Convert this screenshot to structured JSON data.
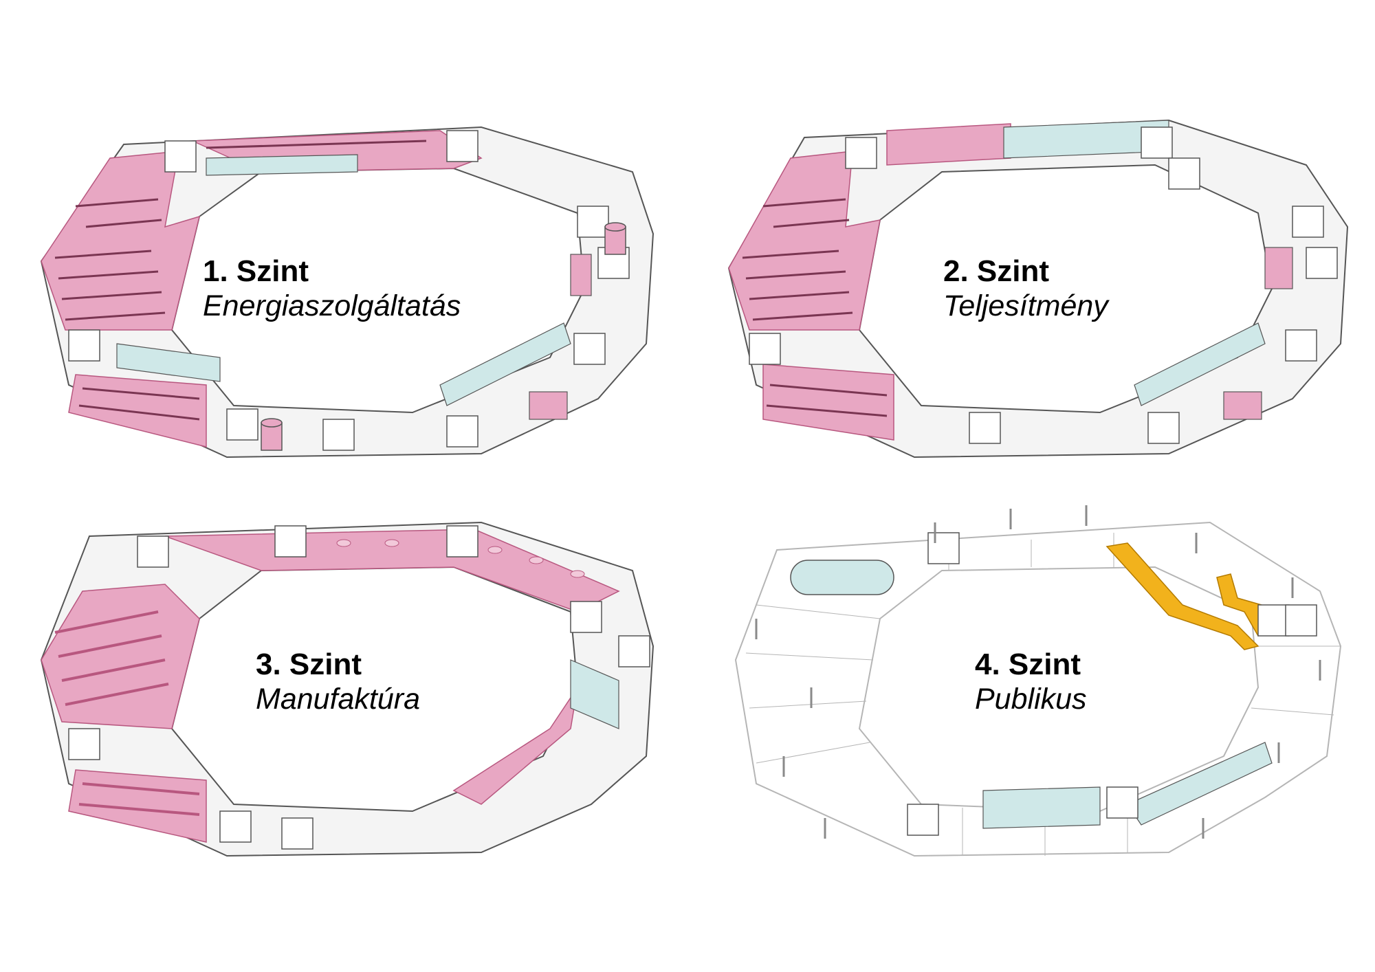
{
  "levels": [
    {
      "title": "1. Szint",
      "subtitle": "Energiaszolgáltatás",
      "theme": "pink-heavy"
    },
    {
      "title": "2. Szint",
      "subtitle": "Teljesítmény",
      "theme": "pink-heavy"
    },
    {
      "title": "3. Szint",
      "subtitle": "Manufaktúra",
      "theme": "pink-medium"
    },
    {
      "title": "4. Szint",
      "subtitle": "Publikus",
      "theme": "grid-light"
    }
  ],
  "colors": {
    "pink": "#e8a7c3",
    "pink_dark": "#b8577f",
    "glass": "#cfe8e8",
    "white_block": "#f4f4f4",
    "block_line": "#555555",
    "grid_line": "#b5b5b5",
    "stair_orange": "#f2b21c"
  },
  "icons": {
    "stair": "stair-icon",
    "column": "column-icon",
    "cylinder": "tank-icon"
  }
}
